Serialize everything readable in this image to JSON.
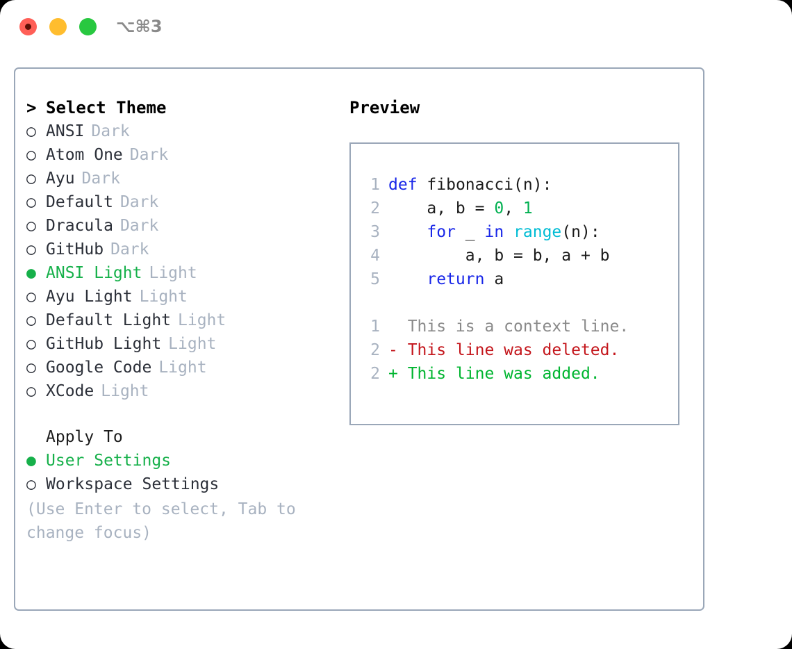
{
  "window": {
    "title": "⌥⌘3",
    "traffic_lights": [
      {
        "name": "close",
        "color": "#ff5f57"
      },
      {
        "name": "minimize",
        "color": "#ffbd2e"
      },
      {
        "name": "maximize",
        "color": "#28c840"
      }
    ]
  },
  "colors": {
    "accent_green": "#16b04a",
    "border": "#9aa7b8",
    "muted": "#a8b2c0",
    "text": "#2b2f38",
    "keyword": "#1826e8",
    "function": "#00bcd4",
    "number": "#00b050",
    "diff_context": "#8a8a8a",
    "diff_deleted": "#c4161c",
    "diff_added": "#00b530"
  },
  "theme_picker": {
    "header": "Select Theme",
    "header_chevron": ">",
    "bullet_selected": "●",
    "bullet_unselected": "○",
    "items": [
      {
        "name": "ANSI",
        "tag": "Dark",
        "selected": false
      },
      {
        "name": "Atom One",
        "tag": "Dark",
        "selected": false
      },
      {
        "name": "Ayu",
        "tag": "Dark",
        "selected": false
      },
      {
        "name": "Default",
        "tag": "Dark",
        "selected": false
      },
      {
        "name": "Dracula",
        "tag": "Dark",
        "selected": false
      },
      {
        "name": "GitHub",
        "tag": "Dark",
        "selected": false
      },
      {
        "name": "ANSI Light",
        "tag": "Light",
        "selected": true
      },
      {
        "name": "Ayu Light",
        "tag": "Light",
        "selected": false
      },
      {
        "name": "Default Light",
        "tag": "Light",
        "selected": false
      },
      {
        "name": "GitHub Light",
        "tag": "Light",
        "selected": false
      },
      {
        "name": "Google Code",
        "tag": "Light",
        "selected": false
      },
      {
        "name": "XCode",
        "tag": "Light",
        "selected": false
      }
    ]
  },
  "apply_to": {
    "header": "Apply To",
    "options": [
      {
        "label": "User Settings",
        "selected": true
      },
      {
        "label": "Workspace Settings",
        "selected": false
      }
    ]
  },
  "hint": "(Use Enter to select, Tab to change focus)",
  "preview": {
    "title": "Preview",
    "code_lines": [
      {
        "no": "1",
        "tokens": [
          {
            "t": "def",
            "c": "kw"
          },
          {
            "t": " ",
            "c": "punc"
          },
          {
            "t": "fibonacci",
            "c": "id"
          },
          {
            "t": "(n):",
            "c": "punc"
          }
        ]
      },
      {
        "no": "2",
        "tokens": [
          {
            "t": "    a, b = ",
            "c": "id"
          },
          {
            "t": "0",
            "c": "num"
          },
          {
            "t": ", ",
            "c": "id"
          },
          {
            "t": "1",
            "c": "num"
          }
        ]
      },
      {
        "no": "3",
        "tokens": [
          {
            "t": "    ",
            "c": "id"
          },
          {
            "t": "for",
            "c": "kw"
          },
          {
            "t": " _ ",
            "c": "id"
          },
          {
            "t": "in",
            "c": "kw"
          },
          {
            "t": " ",
            "c": "id"
          },
          {
            "t": "range",
            "c": "fn"
          },
          {
            "t": "(n):",
            "c": "punc"
          }
        ]
      },
      {
        "no": "4",
        "tokens": [
          {
            "t": "        a, b = b, a + b",
            "c": "id"
          }
        ]
      },
      {
        "no": "5",
        "tokens": [
          {
            "t": "    ",
            "c": "id"
          },
          {
            "t": "return",
            "c": "kw"
          },
          {
            "t": " a",
            "c": "id"
          }
        ]
      }
    ],
    "diff_lines": [
      {
        "no": "1",
        "marker": " ",
        "text": "  This is a context line.",
        "kind": "diff-ctx"
      },
      {
        "no": "2",
        "marker": "-",
        "text": "- This line was deleted.",
        "kind": "diff-del"
      },
      {
        "no": "2",
        "marker": "+",
        "text": "+ This line was added.",
        "kind": "diff-add"
      }
    ]
  }
}
